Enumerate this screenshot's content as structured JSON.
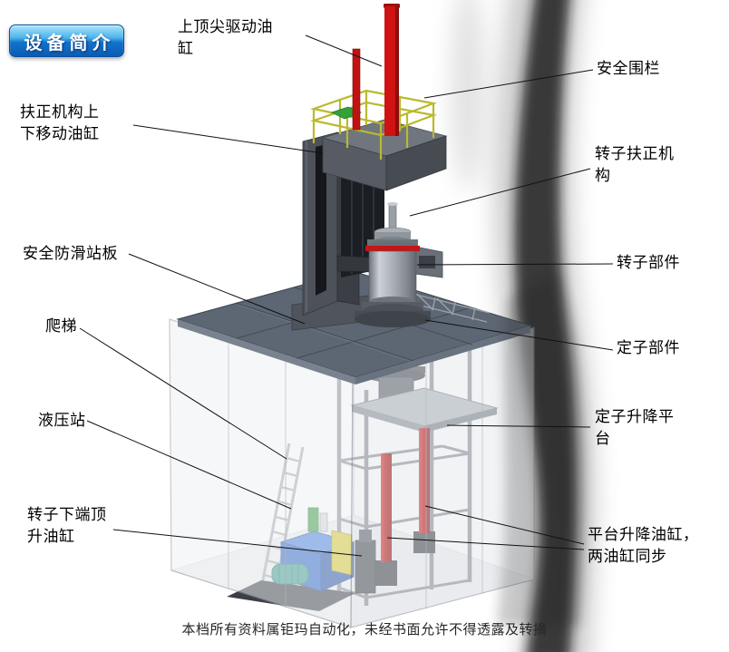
{
  "page": {
    "title_badge": "设备简介",
    "watermark": "本档所有资料属钜玛自动化，未经书面允许不得透露及转摘"
  },
  "labels": [
    {
      "id": "top-center-drive-cylinder",
      "text": "上顶尖驱动油缸"
    },
    {
      "id": "safety-fence",
      "text": "安全围栏"
    },
    {
      "id": "centering-mechanism-lift-cylinder",
      "text": "扶正机构上下移动油缸"
    },
    {
      "id": "rotor-centering-mechanism",
      "text": "转子扶正机构"
    },
    {
      "id": "anti-slip-standing-plate",
      "text": "安全防滑站板"
    },
    {
      "id": "rotor-component",
      "text": "转子部件"
    },
    {
      "id": "ladder",
      "text": "爬梯"
    },
    {
      "id": "stator-component",
      "text": "定子部件"
    },
    {
      "id": "hydraulic-station",
      "text": "液压站"
    },
    {
      "id": "stator-lifting-platform",
      "text": "定子升降平台"
    },
    {
      "id": "rotor-bottom-jacking-cylinder",
      "text": "转子下端顶升油缸"
    },
    {
      "id": "platform-lifting-cylinders",
      "text": "平台升降油缸，两油缸同步"
    }
  ],
  "colors": {
    "badge_blue": "#1173cc",
    "cylinder_red": "#c01212",
    "railing_yellow": "#b9ba2e",
    "hydraulic_blue": "#2f66cc",
    "hydraulic_yellow": "#d9ca33",
    "pump_teal": "#3f9e92",
    "platform_gray": "#5d6673",
    "label_text": "#000000"
  }
}
